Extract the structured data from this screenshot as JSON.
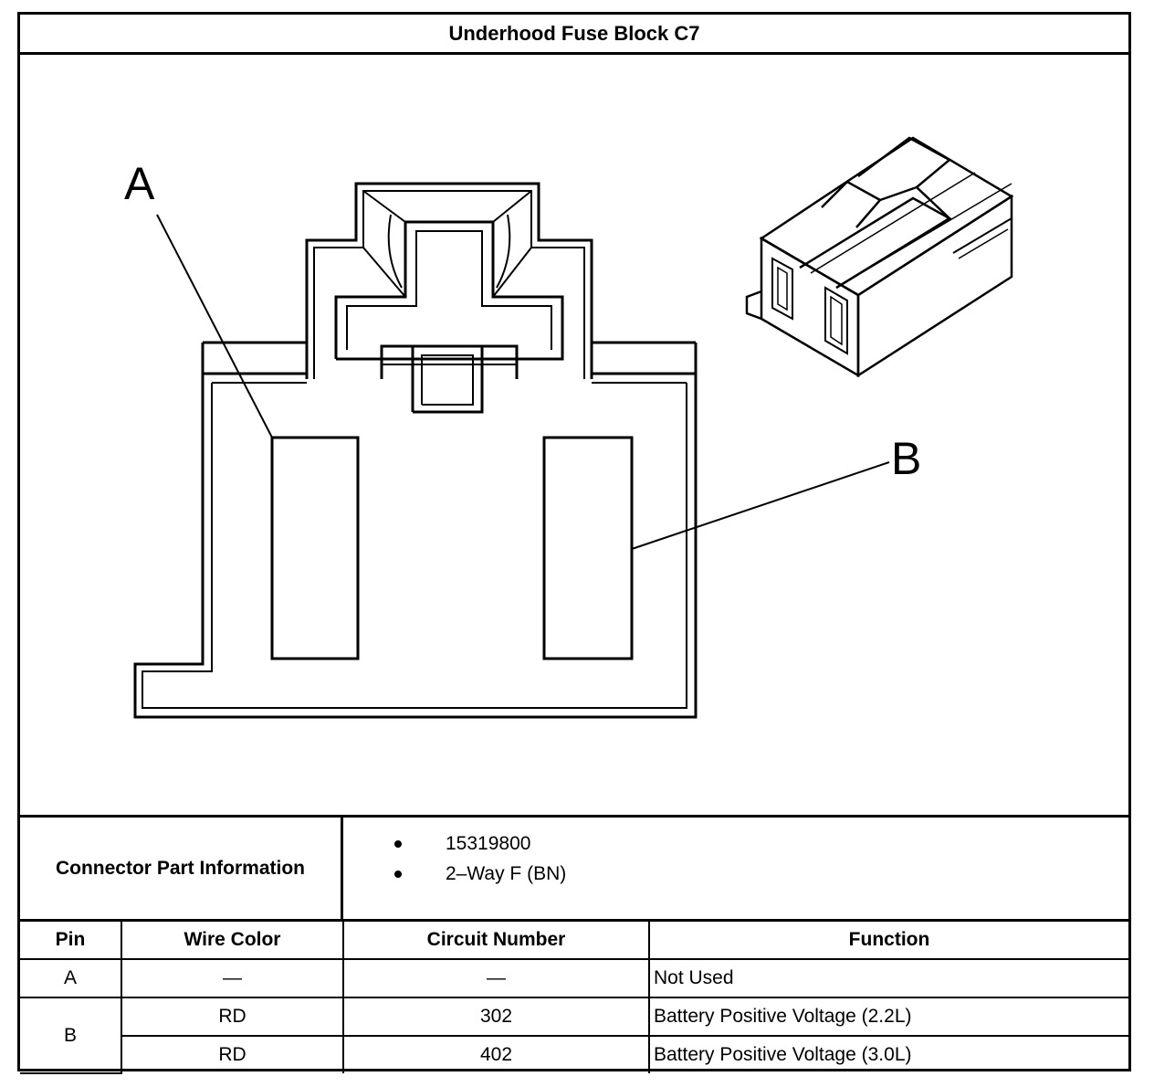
{
  "title": "Underhood Fuse Block C7",
  "diagram": {
    "callout_a": "A",
    "callout_b": "B"
  },
  "connector_info": {
    "label": "Connector Part Information",
    "items": [
      "15319800",
      "2–Way F (BN)"
    ]
  },
  "table": {
    "headers": {
      "pin": "Pin",
      "wire_color": "Wire Color",
      "circuit_number": "Circuit Number",
      "function": "Function"
    },
    "rows": [
      {
        "pin": "A",
        "wire_color": "—",
        "circuit_number": "—",
        "function": "Not Used"
      },
      {
        "pin": "B",
        "wire_color": "RD",
        "circuit_number": "302",
        "function": "Battery Positive Voltage (2.2L)"
      },
      {
        "pin": "",
        "wire_color": "RD",
        "circuit_number": "402",
        "function": "Battery Positive Voltage (3.0L)"
      }
    ]
  }
}
